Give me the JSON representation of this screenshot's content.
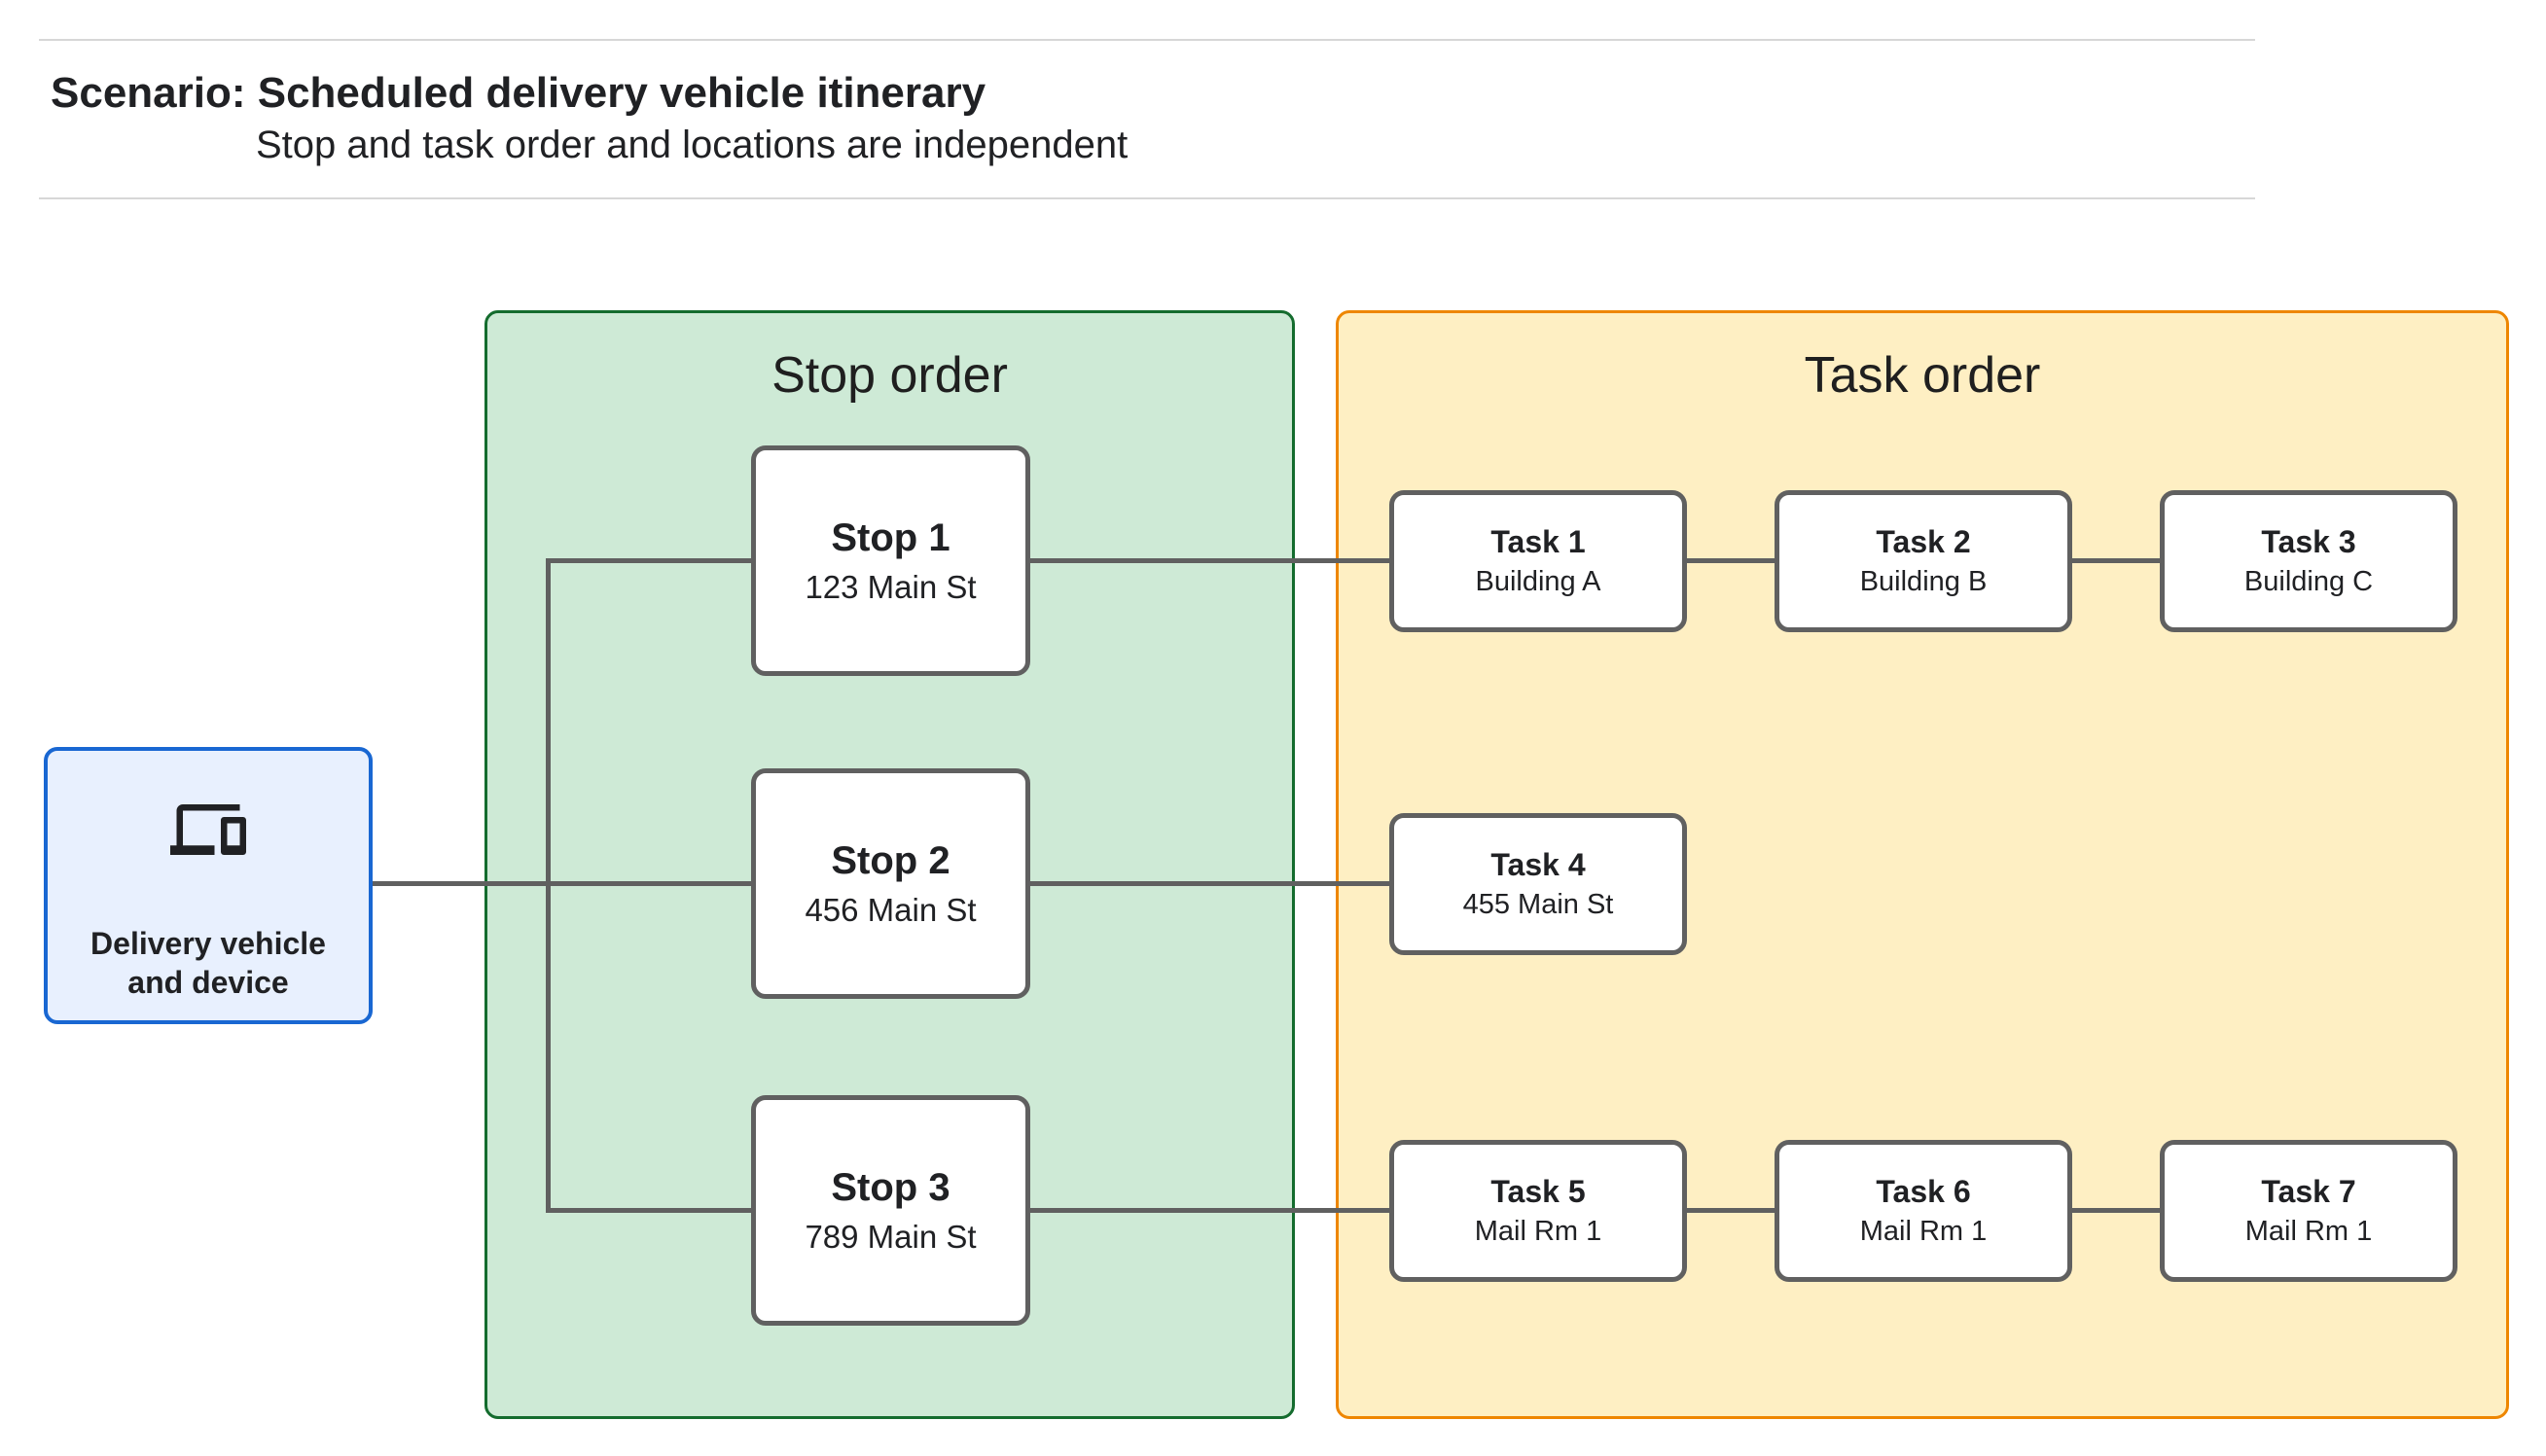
{
  "header": {
    "title": "Scenario: Scheduled delivery vehicle itinerary",
    "subtitle": "Stop and task order and locations are independent"
  },
  "delivery_vehicle": {
    "icon": "devices-icon",
    "label": "Delivery vehicle and device"
  },
  "stop_order_panel": {
    "title": "Stop order",
    "stops": [
      {
        "name": "Stop 1",
        "location": "123 Main St"
      },
      {
        "name": "Stop 2",
        "location": "456 Main St"
      },
      {
        "name": "Stop 3",
        "location": "789 Main St"
      }
    ]
  },
  "task_order_panel": {
    "title": "Task order",
    "task_rows": [
      [
        {
          "name": "Task 1",
          "location": "Building A"
        },
        {
          "name": "Task 2",
          "location": "Building B"
        },
        {
          "name": "Task 3",
          "location": "Building C"
        }
      ],
      [
        {
          "name": "Task 4",
          "location": "455 Main St"
        }
      ],
      [
        {
          "name": "Task 5",
          "location": "Mail Rm 1"
        },
        {
          "name": "Task 6",
          "location": "Mail Rm 1"
        },
        {
          "name": "Task 7",
          "location": "Mail Rm 1"
        }
      ]
    ]
  },
  "colors": {
    "stop_panel_fill": "#CEEAD6",
    "stop_panel_border": "#146C2E",
    "task_panel_fill": "#FEEFC3",
    "task_panel_border": "#EE8600",
    "vehicle_fill": "#E8F0FE",
    "vehicle_border": "#1967D2",
    "node_border": "#606060",
    "connector": "#606060",
    "hairline": "#D7D7D7",
    "text": "#202124"
  }
}
